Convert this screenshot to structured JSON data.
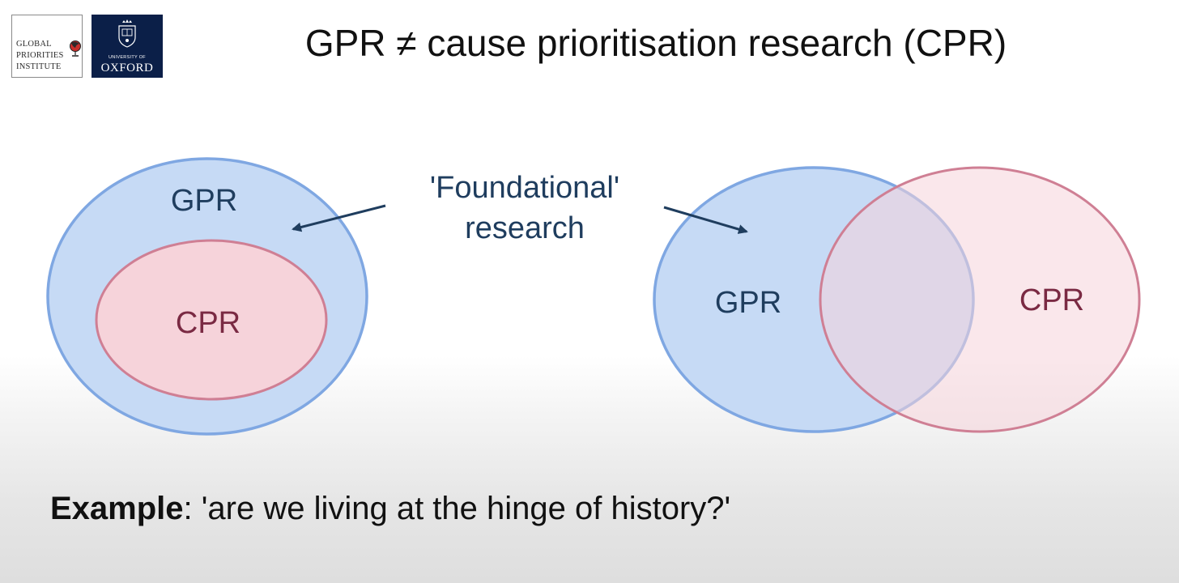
{
  "logos": {
    "gpi_text": "GLOBAL\nPRIORITIES\nINSTITUTE",
    "oxford_small": "UNIVERSITY OF",
    "oxford_name": "OXFORD"
  },
  "slide": {
    "title": "GPR ≠ cause prioritisation research (CPR)"
  },
  "diagram": {
    "annotation_line1": "'Foundational'",
    "annotation_line2": "research",
    "left_outer_label": "GPR",
    "left_inner_label": "CPR",
    "right_left_label": "GPR",
    "right_right_label": "CPR"
  },
  "example": {
    "label": "Example",
    "text": ": 'are we living at the hinge of history?'"
  },
  "colors": {
    "gpr_fill": "#c6daf5",
    "gpr_stroke": "#7fa7e2",
    "cpr_fill": "#f6d3da",
    "cpr_stroke": "#cf7f94",
    "gpr_text": "#1f3d5e",
    "cpr_text": "#7a2a43"
  }
}
